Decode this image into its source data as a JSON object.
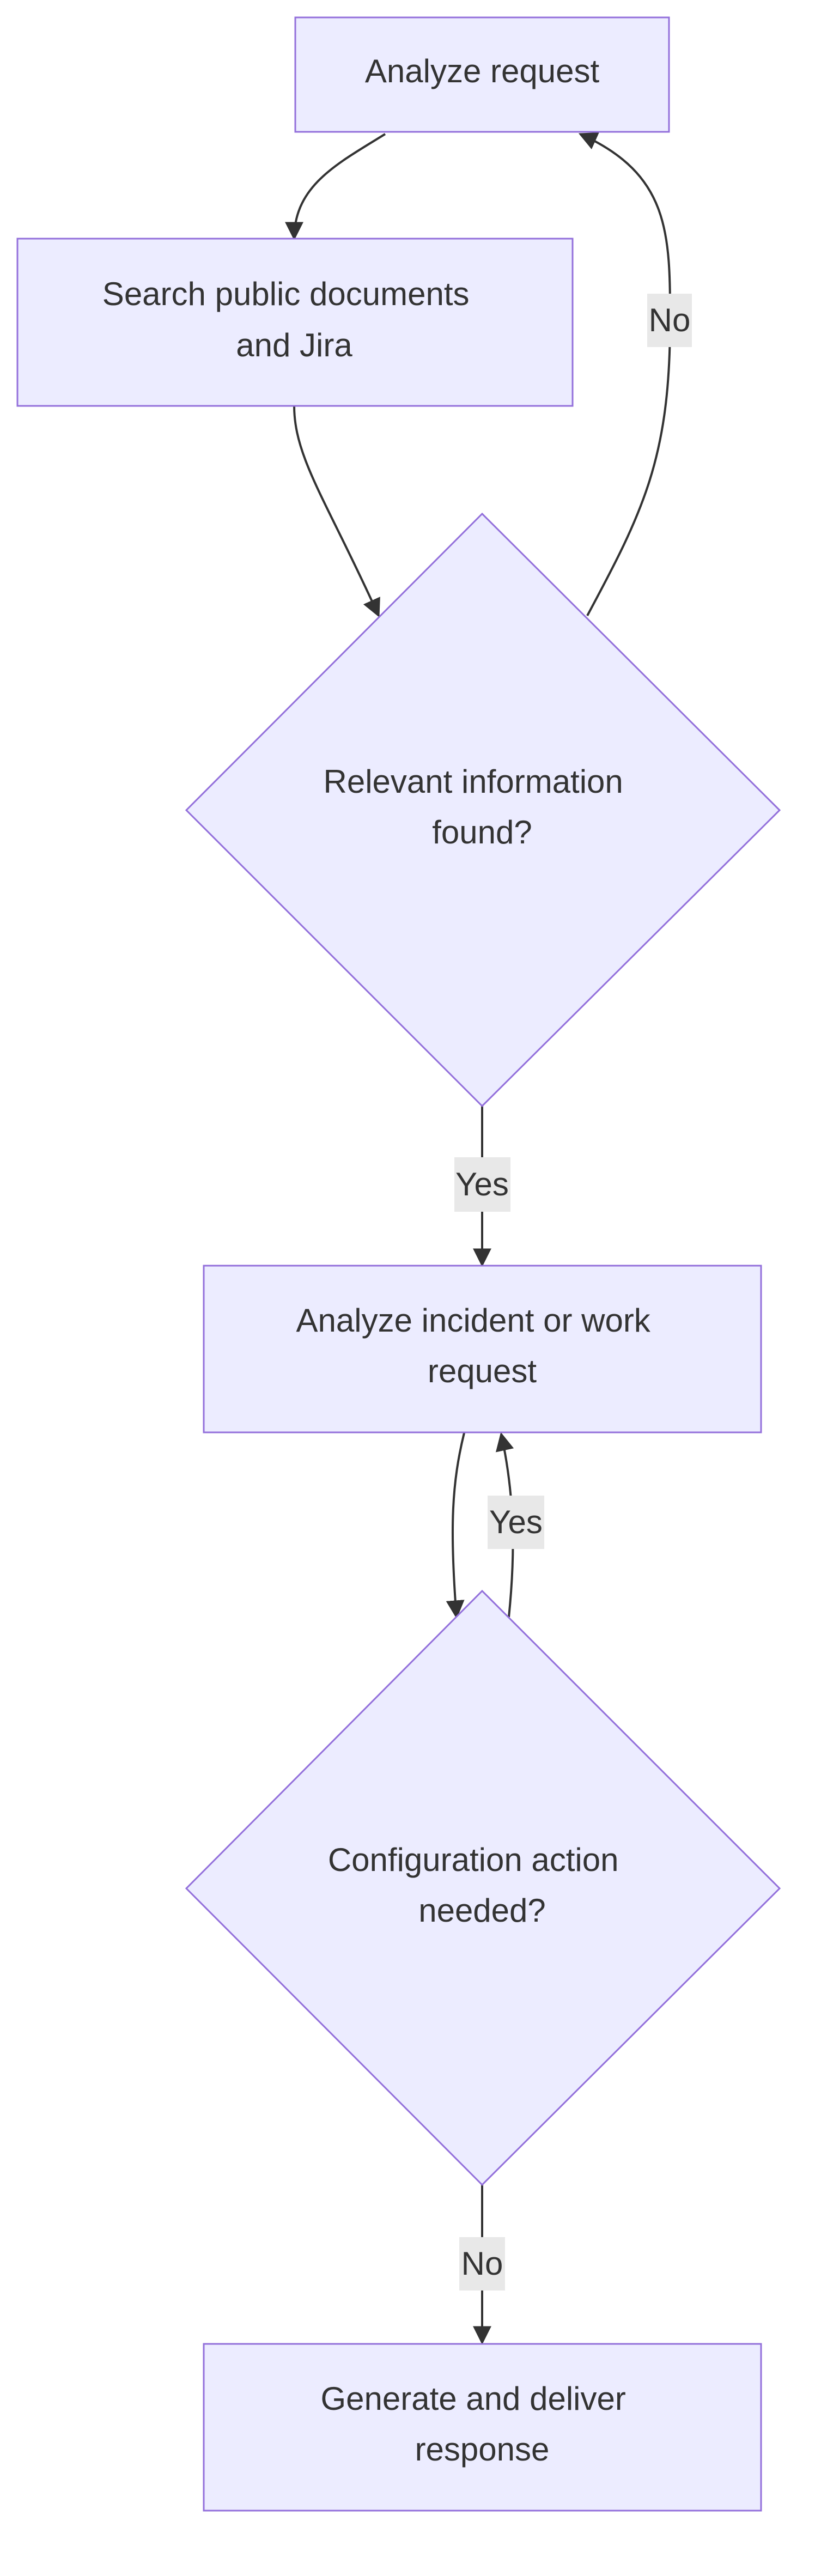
{
  "nodes": {
    "analyze_request": {
      "lines": [
        "Analyze request"
      ]
    },
    "search_docs": {
      "lines": [
        "Search public documents",
        "and Jira"
      ]
    },
    "relevant_info": {
      "lines": [
        "Relevant information",
        "found?"
      ]
    },
    "analyze_incident": {
      "lines": [
        "Analyze incident or work",
        "request"
      ]
    },
    "config_action": {
      "lines": [
        "Configuration action",
        "needed?"
      ]
    },
    "generate_response": {
      "lines": [
        "Generate and deliver",
        "response"
      ]
    }
  },
  "edge_labels": {
    "relevant_no": "No",
    "relevant_yes": "Yes",
    "config_yes": "Yes",
    "config_no": "No"
  },
  "colors": {
    "node_fill": "#ECECFF",
    "node_stroke": "#9370DB",
    "edge": "#333333",
    "label_bg": "#E8E8E8",
    "text": "#333333"
  }
}
